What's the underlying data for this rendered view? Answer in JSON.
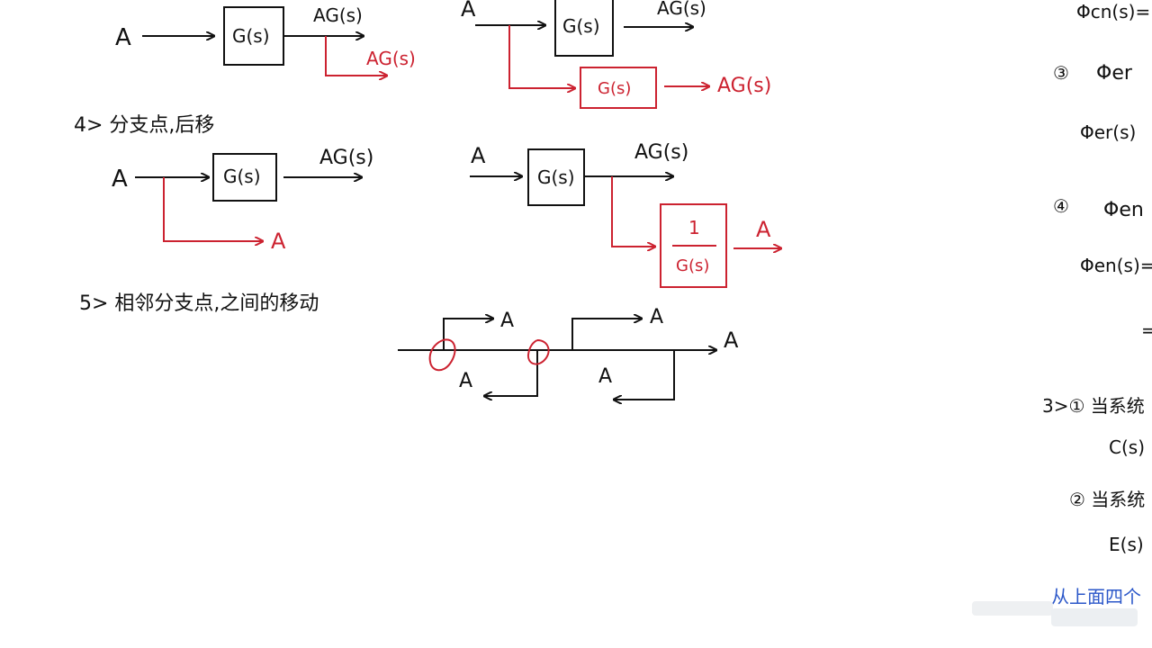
{
  "colors": {
    "ink": "#111111",
    "accent": "#cc2230",
    "blue": "#2b57c9"
  },
  "labels": {
    "A": "A",
    "Gs": "G(s)",
    "AGs": "AG(s)",
    "one": "1"
  },
  "headings": {
    "h4": "4> 分支点,后移",
    "h5": "5> 相邻分支点,之间的移动"
  },
  "right_column": {
    "phi_cn": "Φcn(s)=",
    "circ3": "③",
    "phi_er_top": "Φer",
    "phi_er_s": "Φer(s)",
    "circ4": "④",
    "phi_en_top": "Φen",
    "phi_en_s": "Φen(s)=",
    "eq": "=",
    "item3_1": "3>① 当系统",
    "c_s": "C(s)",
    "item3_2": "② 当系统",
    "e_s": "E(s)",
    "footer": "从上面四个"
  }
}
